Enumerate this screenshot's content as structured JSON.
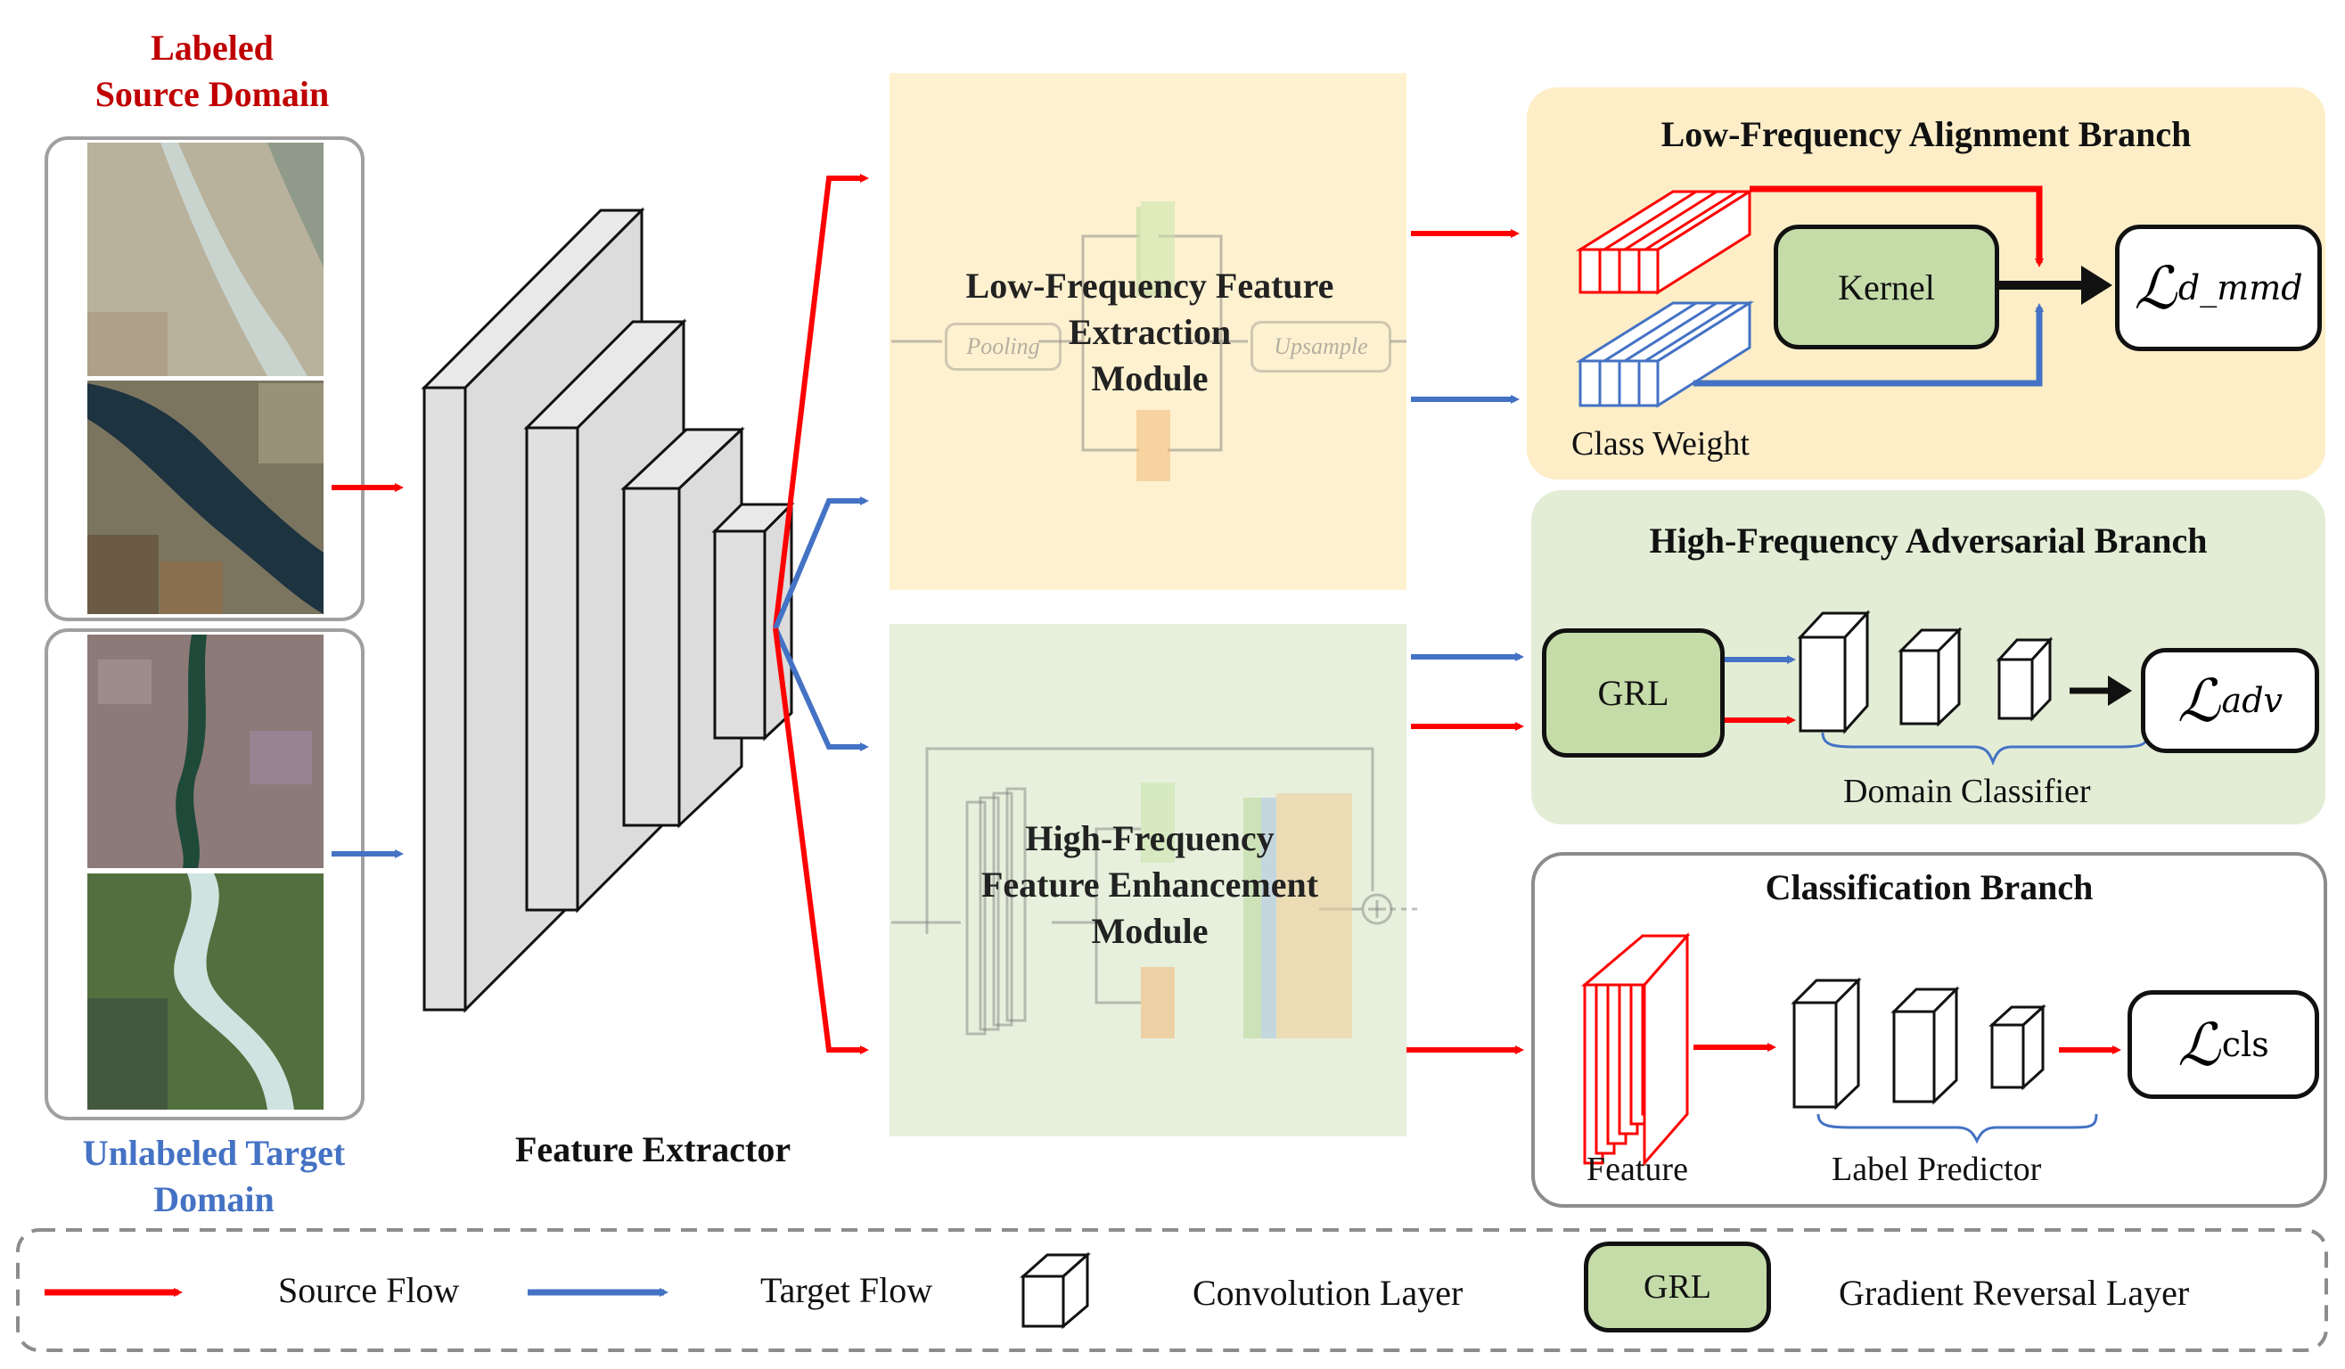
{
  "inputs": {
    "source_label_line1": "Labeled",
    "source_label_line2": "Source Domain",
    "target_label_line1": "Unlabeled Target",
    "target_label_line2": "Domain"
  },
  "feature_extractor": {
    "label": "Feature Extractor"
  },
  "low_freq_module": {
    "title_line1": "Low-Frequency Feature",
    "title_line2": "Extraction",
    "title_line3": "Module",
    "pooling": "Pooling",
    "upsample": "Upsample"
  },
  "high_freq_module": {
    "title_line1": "High-Frequency",
    "title_line2": "Feature Enhancement",
    "title_line3": "Module"
  },
  "low_branch": {
    "title": "Low-Frequency Alignment Branch",
    "kernel": "Kernel",
    "class_weight": "Class Weight",
    "loss_symbol": "ℒ",
    "loss_sub": "d_mmd"
  },
  "high_branch": {
    "title": "High-Frequency Adversarial Branch",
    "grl": "GRL",
    "domain_classifier": "Domain Classifier",
    "loss_symbol": "ℒ",
    "loss_sub": "adv"
  },
  "cls_branch": {
    "title": "Classification Branch",
    "feature": "Feature",
    "label_predictor": "Label Predictor",
    "loss_symbol": "ℒ",
    "loss_sub": "cls"
  },
  "legend": {
    "source_flow": "Source Flow",
    "target_flow": "Target Flow",
    "conv_layer": "Convolution Layer",
    "grl": "GRL",
    "grl_desc": "Gradient Reversal Layer"
  },
  "colors": {
    "source": "#ff0000",
    "target": "#4472c4",
    "label_red": "#c00000",
    "low_panel": "#fff1d0",
    "high_panel": "#e6efdc",
    "node_green": "#c5dca9"
  }
}
